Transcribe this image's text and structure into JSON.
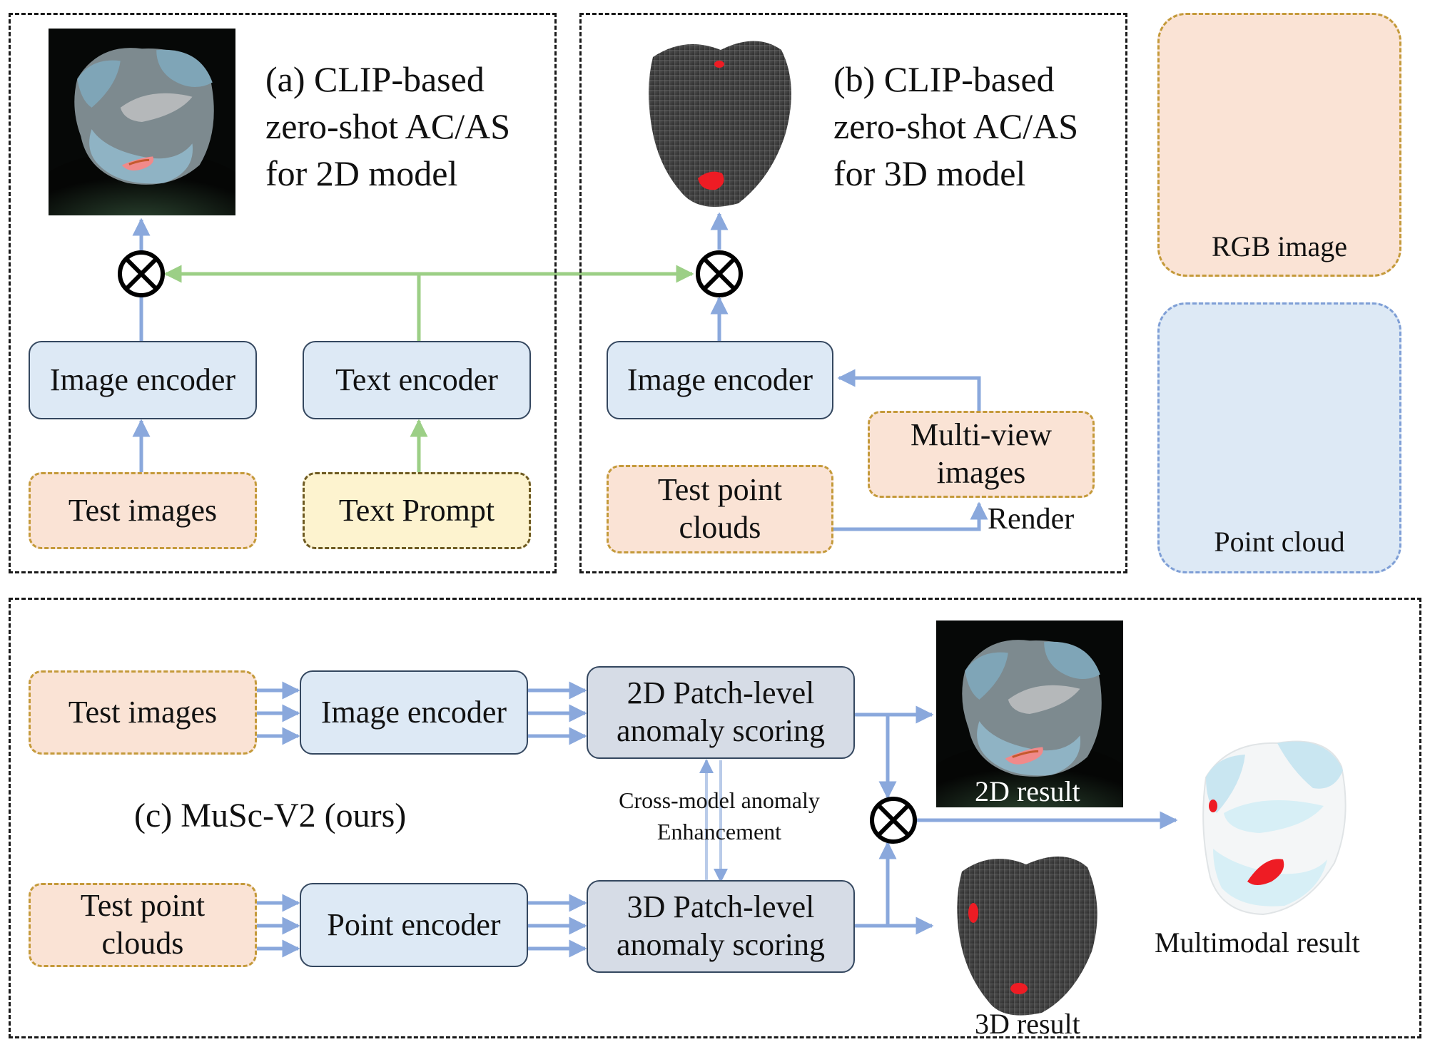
{
  "panels": {
    "a": {
      "title": [
        "(a) CLIP-based",
        "zero-shot AC/AS",
        "for 2D model"
      ],
      "image_encoder": "Image encoder",
      "text_encoder": "Text encoder",
      "test_images": "Test images",
      "text_prompt": "Text Prompt"
    },
    "b": {
      "title": [
        "(b) CLIP-based",
        "zero-shot AC/AS",
        "for 3D model"
      ],
      "image_encoder": "Image encoder",
      "multi_view": [
        "Multi-view",
        "images"
      ],
      "test_point_clouds": [
        "Test point",
        "clouds"
      ],
      "render": "Render"
    },
    "c": {
      "title": "(c) MuSc-V2 (ours)",
      "test_images": "Test images",
      "image_encoder": "Image encoder",
      "scoring_2d": [
        "2D Patch-level",
        "anomaly scoring"
      ],
      "test_point_clouds": [
        "Test point",
        "clouds"
      ],
      "point_encoder": "Point encoder",
      "scoring_3d": [
        "3D Patch-level",
        "anomaly scoring"
      ],
      "enhancement": [
        "Cross-model anomaly",
        "Enhancement"
      ],
      "result_2d": "2D result",
      "result_3d": "3D result",
      "multimodal": "Multimodal result"
    }
  },
  "legend": {
    "rgb": "RGB image",
    "point_cloud": "Point cloud"
  },
  "colors": {
    "arrow_blue": "#8aa8dc",
    "arrow_green": "#9ccf86",
    "anomaly_red": "#ee1c24",
    "encoder_fill": "#dde9f5",
    "input_fill": "#fae3d5",
    "prompt_fill": "#fdf3cf"
  }
}
